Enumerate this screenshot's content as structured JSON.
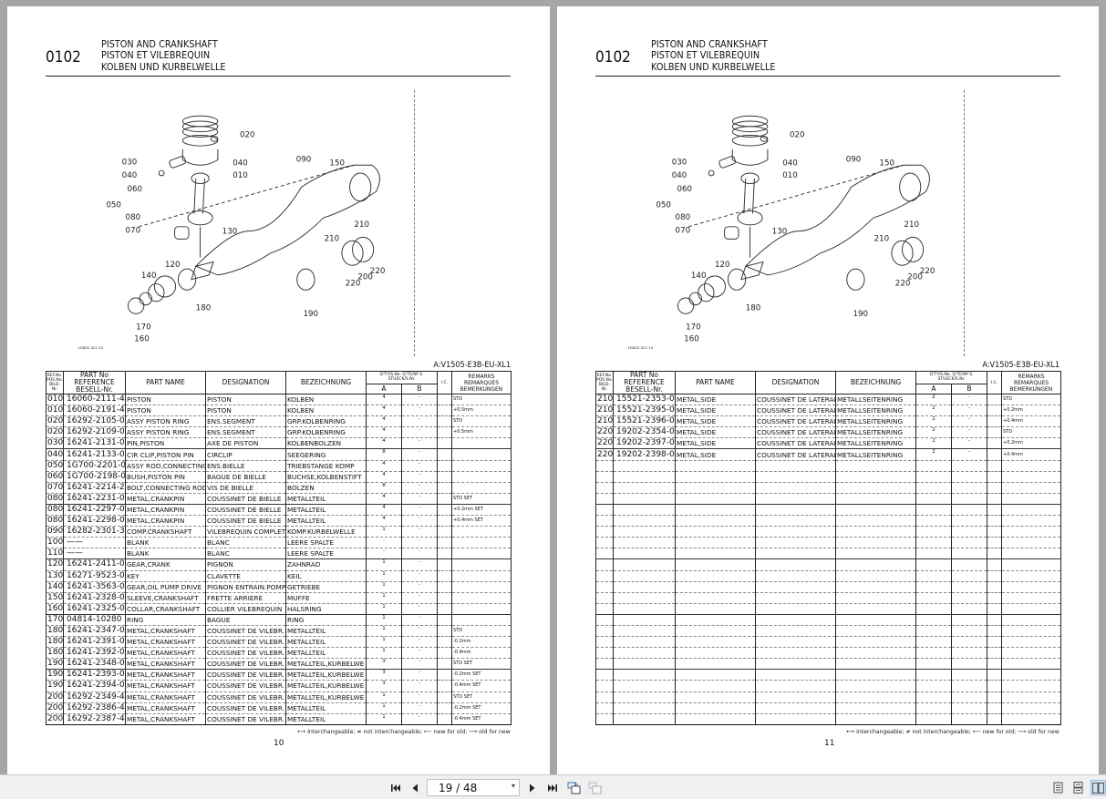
{
  "document": {
    "section_code": "0102",
    "titles": [
      "PISTON AND CRANKSHAFT",
      "PISTON ET VILEBREQUIN",
      "KOLBEN UND KURBELWELLE"
    ],
    "model_code": "A:V1505-E3B-EU-XL1",
    "diagram_ref": "1G802-327-10",
    "legend": "⟷ Interchangeable; ≠ not interchangeable; ⟵ new for old; ⟶ old for new",
    "callouts": [
      "010",
      "020",
      "030",
      "040",
      "040",
      "050",
      "060",
      "070",
      "080",
      "090",
      "120",
      "130",
      "140",
      "150",
      "160",
      "170",
      "180",
      "190",
      "200",
      "210",
      "210",
      "220",
      "220"
    ]
  },
  "table_headers": {
    "ref": "REF.No. POS.No. BILD-Nr.",
    "part_no": [
      "PART No",
      "REFERENCE",
      "BESELL-Nr."
    ],
    "part_name": "PART NAME",
    "designation": "DESIGNATION",
    "bezeichnung": "BEZEICHNUNG",
    "qty": "Q'TY/S.No. Q'TE/Nº S. STUECK/S.Nr.",
    "qty_a": "A",
    "qty_b": "B",
    "ic": "I.C.",
    "remarks": [
      "REMARKS",
      "REMARQUES",
      "BEMERKUNGEN"
    ]
  },
  "pages": [
    {
      "page_number": "10",
      "rows": [
        {
          "ref": "010",
          "part_no": "16060-2111-4",
          "name": "PISTON",
          "designation": "PISTON",
          "bez": "KOLBEN",
          "a": "4",
          "b": "-",
          "ic": "",
          "remarks": "STD",
          "grp": false
        },
        {
          "ref": "010",
          "part_no": "16060-2191-4",
          "name": "PISTON",
          "designation": "PISTON",
          "bez": "KOLBEN",
          "a": "4",
          "b": "-",
          "ic": "",
          "remarks": "+0.5mm",
          "grp": false
        },
        {
          "ref": "020",
          "part_no": "16292-2105-0",
          "name": "ASSY PISTON RING",
          "designation": "ENS.SEGMENT",
          "bez": "GRP.KOLBENRING",
          "a": "4",
          "b": "-",
          "ic": "",
          "remarks": "STD",
          "grp": false
        },
        {
          "ref": "020",
          "part_no": "16292-2109-0",
          "name": "ASSY PISTON RING",
          "designation": "ENS.SEGMENT",
          "bez": "GRP.KOLBENRING",
          "a": "4",
          "b": "-",
          "ic": "",
          "remarks": "+0.5mm",
          "grp": false
        },
        {
          "ref": "030",
          "part_no": "16241-2131-0",
          "name": "PIN,PISTON",
          "designation": "AXE DE PISTON",
          "bez": "KOLBENBOLZEN",
          "a": "4",
          "b": "-",
          "ic": "",
          "remarks": "",
          "grp": true
        },
        {
          "ref": "040",
          "part_no": "16241-2133-0",
          "name": "CIR CLIP,PISTON PIN",
          "designation": "CIRCLIP",
          "bez": "SEEGERING",
          "a": "8",
          "b": "-",
          "ic": "",
          "remarks": "",
          "grp": false
        },
        {
          "ref": "050",
          "part_no": "1G700-2201-0",
          "name": "ASSY ROD,CONNECTING",
          "designation": "ENS.BIELLE",
          "bez": "TRIEBSTANGE KOMP",
          "a": "4",
          "b": "-",
          "ic": "",
          "remarks": "",
          "grp": false
        },
        {
          "ref": "060",
          "part_no": "1G700-2198-0",
          "name": "BUSH,PISTON PIN",
          "designation": "BAGUE DE BIELLE",
          "bez": "BUCHSE,KOLBENSTIFT",
          "a": "4",
          "b": "-",
          "ic": "",
          "remarks": "",
          "grp": false
        },
        {
          "ref": "070",
          "part_no": "16241-2214-2",
          "name": "BOLT,CONNECTING ROD",
          "designation": "VIS DE BIELLE",
          "bez": "BOLZEN",
          "a": "8",
          "b": "-",
          "ic": "",
          "remarks": "",
          "grp": false
        },
        {
          "ref": "080",
          "part_no": "16241-2231-0",
          "name": "METAL,CRANKPIN",
          "designation": "COUSSINET DE BIELLE",
          "bez": "METALLTEIL",
          "a": "4",
          "b": "-",
          "ic": "",
          "remarks": "STD SET",
          "grp": true
        },
        {
          "ref": "080",
          "part_no": "16241-2297-0",
          "name": "METAL,CRANKPIN",
          "designation": "COUSSINET DE BIELLE",
          "bez": "METALLTEIL",
          "a": "4",
          "b": "-",
          "ic": "",
          "remarks": "+0.2mm SET",
          "grp": false
        },
        {
          "ref": "080",
          "part_no": "16241-2298-0",
          "name": "METAL,CRANKPIN",
          "designation": "COUSSINET DE BIELLE",
          "bez": "METALLTEIL",
          "a": "4",
          "b": "-",
          "ic": "",
          "remarks": "+0.4mm SET",
          "grp": false
        },
        {
          "ref": "090",
          "part_no": "16282-2301-3",
          "name": "COMP.CRANKSHAFT",
          "designation": "VILEBREQUIN COMPLET",
          "bez": "KOMP.KURBELWELLE",
          "a": "1",
          "b": "-",
          "ic": "",
          "remarks": "",
          "grp": false
        },
        {
          "ref": "100",
          "part_no": "——",
          "name": "BLANK",
          "designation": "BLANC",
          "bez": "LEERE SPALTE",
          "a": "-",
          "b": "-",
          "ic": "",
          "remarks": "",
          "grp": false
        },
        {
          "ref": "110",
          "part_no": "——",
          "name": "BLANK",
          "designation": "BLANC",
          "bez": "LEERE SPALTE",
          "a": "-",
          "b": "-",
          "ic": "",
          "remarks": "",
          "grp": true
        },
        {
          "ref": "120",
          "part_no": "16241-2411-0",
          "name": "GEAR,CRANK",
          "designation": "PIGNON",
          "bez": "ZAHNRAD",
          "a": "1",
          "b": "-",
          "ic": "",
          "remarks": "",
          "grp": false
        },
        {
          "ref": "130",
          "part_no": "16271-9523-0",
          "name": "KEY",
          "designation": "CLAVETTE",
          "bez": "KEIL",
          "a": "1",
          "b": "-",
          "ic": "",
          "remarks": "",
          "grp": false
        },
        {
          "ref": "140",
          "part_no": "16241-3563-0",
          "name": "GEAR,OIL PUMP DRIVE",
          "designation": "PIGNON ENTRAIN.POMPE",
          "bez": "GETRIEBE",
          "a": "1",
          "b": "-",
          "ic": "",
          "remarks": "",
          "grp": false
        },
        {
          "ref": "150",
          "part_no": "16241-2328-0",
          "name": "SLEEVE,CRANKSHAFT",
          "designation": "FRETTE ARRIERE",
          "bez": "MUFFE",
          "a": "1",
          "b": "-",
          "ic": "",
          "remarks": "",
          "grp": false
        },
        {
          "ref": "160",
          "part_no": "16241-2325-0",
          "name": "COLLAR,CRANKSHAFT",
          "designation": "COLLIER VILEBREQUIN",
          "bez": "HALSRING",
          "a": "1",
          "b": "-",
          "ic": "",
          "remarks": "",
          "grp": true
        },
        {
          "ref": "170",
          "part_no": "04814-10280",
          "name": "RING",
          "designation": "BAGUE",
          "bez": "RING",
          "a": "1",
          "b": "-",
          "ic": "",
          "remarks": "",
          "grp": false
        },
        {
          "ref": "180",
          "part_no": "16241-2347-0",
          "name": "METAL,CRANKSHAFT",
          "designation": "COUSSINET DE VILEBR.",
          "bez": "METALLTEIL",
          "a": "1",
          "b": "-",
          "ic": "",
          "remarks": "STD",
          "grp": false
        },
        {
          "ref": "180",
          "part_no": "16241-2391-0",
          "name": "METAL,CRANKSHAFT",
          "designation": "COUSSINET DE VILEBR.",
          "bez": "METALLTEIL",
          "a": "1",
          "b": "-",
          "ic": "",
          "remarks": "-0.2mm",
          "grp": false
        },
        {
          "ref": "180",
          "part_no": "16241-2392-0",
          "name": "METAL,CRANKSHAFT",
          "designation": "COUSSINET DE VILEBR.",
          "bez": "METALLTEIL",
          "a": "1",
          "b": "-",
          "ic": "",
          "remarks": "-0.4mm",
          "grp": false
        },
        {
          "ref": "190",
          "part_no": "16241-2348-0",
          "name": "METAL,CRANKSHAFT",
          "designation": "COUSSINET DE VILEBR.",
          "bez": "METALLTEIL,KURBELWE",
          "a": "3",
          "b": "-",
          "ic": "",
          "remarks": "STD SET",
          "grp": true
        },
        {
          "ref": "190",
          "part_no": "16241-2393-0",
          "name": "METAL,CRANKSHAFT",
          "designation": "COUSSINET DE VILEBR.",
          "bez": "METALLTEIL,KURBELWE",
          "a": "3",
          "b": "-",
          "ic": "",
          "remarks": "-0.2mm SET",
          "grp": false
        },
        {
          "ref": "190",
          "part_no": "16241-2394-0",
          "name": "METAL,CRANKSHAFT",
          "designation": "COUSSINET DE VILEBR.",
          "bez": "METALLTEIL,KURBELWE",
          "a": "3",
          "b": "-",
          "ic": "",
          "remarks": "-0.4mm SET",
          "grp": false
        },
        {
          "ref": "200",
          "part_no": "16292-2349-4",
          "name": "METAL,CRANKSHAFT",
          "designation": "COUSSINET DE VILEBR.",
          "bez": "METALLTEIL,KURBELWE",
          "a": "1",
          "b": "-",
          "ic": "",
          "remarks": "STD SET",
          "grp": false
        },
        {
          "ref": "200",
          "part_no": "16292-2386-4",
          "name": "METAL,CRANKSHAFT",
          "designation": "COUSSINET DE VILEBR.",
          "bez": "METALLTEIL",
          "a": "1",
          "b": "-",
          "ic": "",
          "remarks": "-0.2mm SET",
          "grp": false
        },
        {
          "ref": "200",
          "part_no": "16292-2387-4",
          "name": "METAL,CRANKSHAFT",
          "designation": "COUSSINET DE VILEBR.",
          "bez": "METALLTEIL",
          "a": "1",
          "b": "-",
          "ic": "",
          "remarks": "-0.4mm SET",
          "grp": false
        }
      ]
    },
    {
      "page_number": "11",
      "rows": [
        {
          "ref": "210",
          "part_no": "15521-2353-0",
          "name": "METAL,SIDE",
          "designation": "COUSSINET DE LATERAL",
          "bez": "METALLSEITENRING",
          "a": "2",
          "b": "-",
          "ic": "",
          "remarks": "STD",
          "grp": false
        },
        {
          "ref": "210",
          "part_no": "15521-2395-0",
          "name": "METAL,SIDE",
          "designation": "COUSSINET DE LATERAL",
          "bez": "METALLSEITENRING",
          "a": "2",
          "b": "-",
          "ic": "",
          "remarks": "+0.2mm",
          "grp": false
        },
        {
          "ref": "210",
          "part_no": "15521-2396-0",
          "name": "METAL,SIDE",
          "designation": "COUSSINET DE LATERAL",
          "bez": "METALLSEITENRING",
          "a": "2",
          "b": "-",
          "ic": "",
          "remarks": "+0.4mm",
          "grp": false
        },
        {
          "ref": "220",
          "part_no": "19202-2354-0",
          "name": "METAL,SIDE",
          "designation": "COUSSINET DE LATERAL",
          "bez": "METALLSEITENRING",
          "a": "2",
          "b": "-",
          "ic": "",
          "remarks": "STD",
          "grp": false
        },
        {
          "ref": "220",
          "part_no": "19202-2397-0",
          "name": "METAL,SIDE",
          "designation": "COUSSINET DE LATERAL",
          "bez": "METALLSEITENRING",
          "a": "2",
          "b": "-",
          "ic": "",
          "remarks": "+0.2mm",
          "grp": true
        },
        {
          "ref": "220",
          "part_no": "19202-2398-0",
          "name": "METAL,SIDE",
          "designation": "COUSSINET DE LATERAL",
          "bez": "METALLSEITENRING",
          "a": "2",
          "b": "-",
          "ic": "",
          "remarks": "+0.4mm",
          "grp": false
        }
      ]
    }
  ],
  "toolbar": {
    "first_page_icon": "first-page-icon",
    "prev_page_icon": "prev-page-icon",
    "page_indicator": "19 / 48",
    "next_page_icon": "next-page-icon",
    "last_page_icon": "last-page-icon",
    "view_modes": [
      "single-page",
      "continuous",
      "two-page"
    ],
    "active_view_mode": "two-page"
  }
}
